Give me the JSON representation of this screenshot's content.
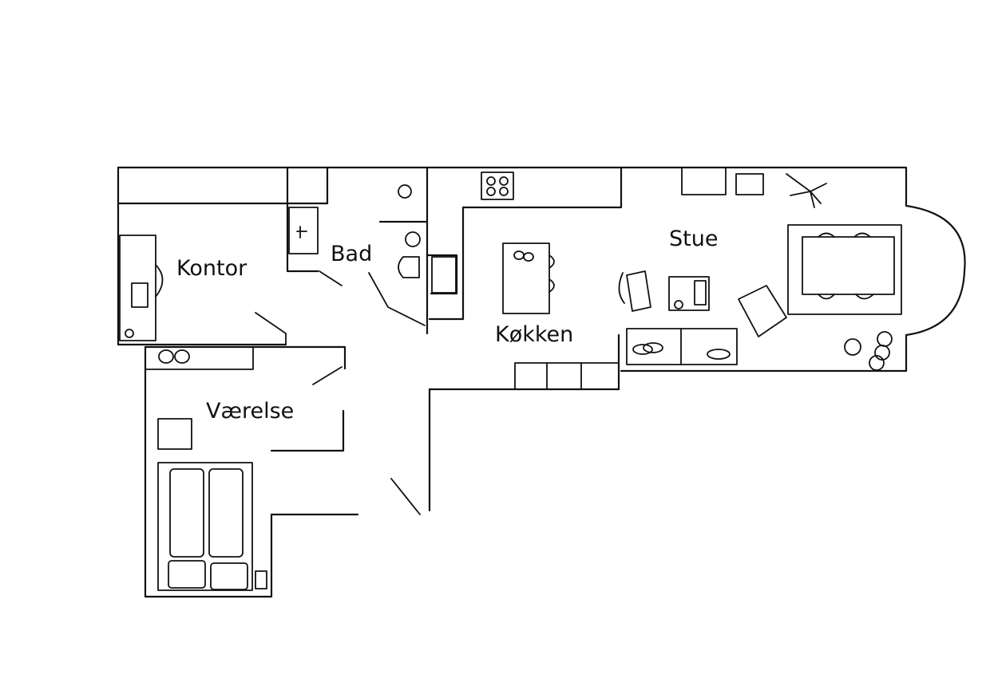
{
  "title": "Floor plan sketch",
  "rooms": {
    "office": "Kontor",
    "bathroom": "Bad",
    "kitchen": "Køkken",
    "living_room": "Stue",
    "bedroom": "Værelse"
  }
}
